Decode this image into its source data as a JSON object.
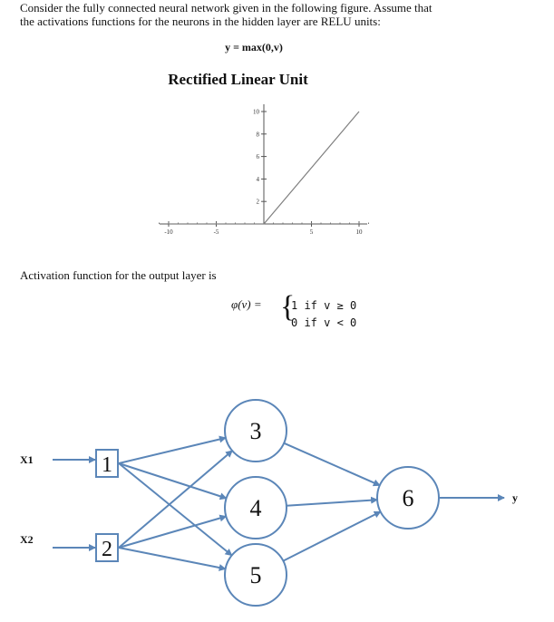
{
  "question": {
    "line1": "Consider the  fully connected neural network given in the following figure. Assume that",
    "line2": "the activations functions for the neurons in the hidden layer are RELU units:"
  },
  "relu": {
    "formula": "y = max(0,v)",
    "title": "Rectified Linear Unit"
  },
  "chart_data": {
    "type": "line",
    "title": "Rectified Linear Unit",
    "xlabel": "",
    "ylabel": "",
    "x_ticks": [
      "-10",
      "-5",
      "5",
      "10"
    ],
    "y_ticks": [
      "2",
      "4",
      "6",
      "8",
      "10"
    ],
    "xlim": [
      -12,
      12
    ],
    "ylim": [
      0,
      11
    ],
    "series": [
      {
        "x": [
          -10,
          0,
          10
        ],
        "y": [
          0,
          0,
          10
        ]
      }
    ],
    "line_color": "#808080",
    "grid": false
  },
  "output_activation": {
    "label": "Activation function for the output layer is",
    "lhs": "φ(v) =",
    "case1": "1  if v ≥ 0",
    "case2": "0  if v < 0"
  },
  "network": {
    "inputs": [
      "X1",
      "X2"
    ],
    "input_nodes": [
      "1",
      "2"
    ],
    "hidden_nodes": [
      "3",
      "4",
      "5"
    ],
    "output_node": "6",
    "output_label": "y",
    "edge_color": "#5b86b8"
  }
}
